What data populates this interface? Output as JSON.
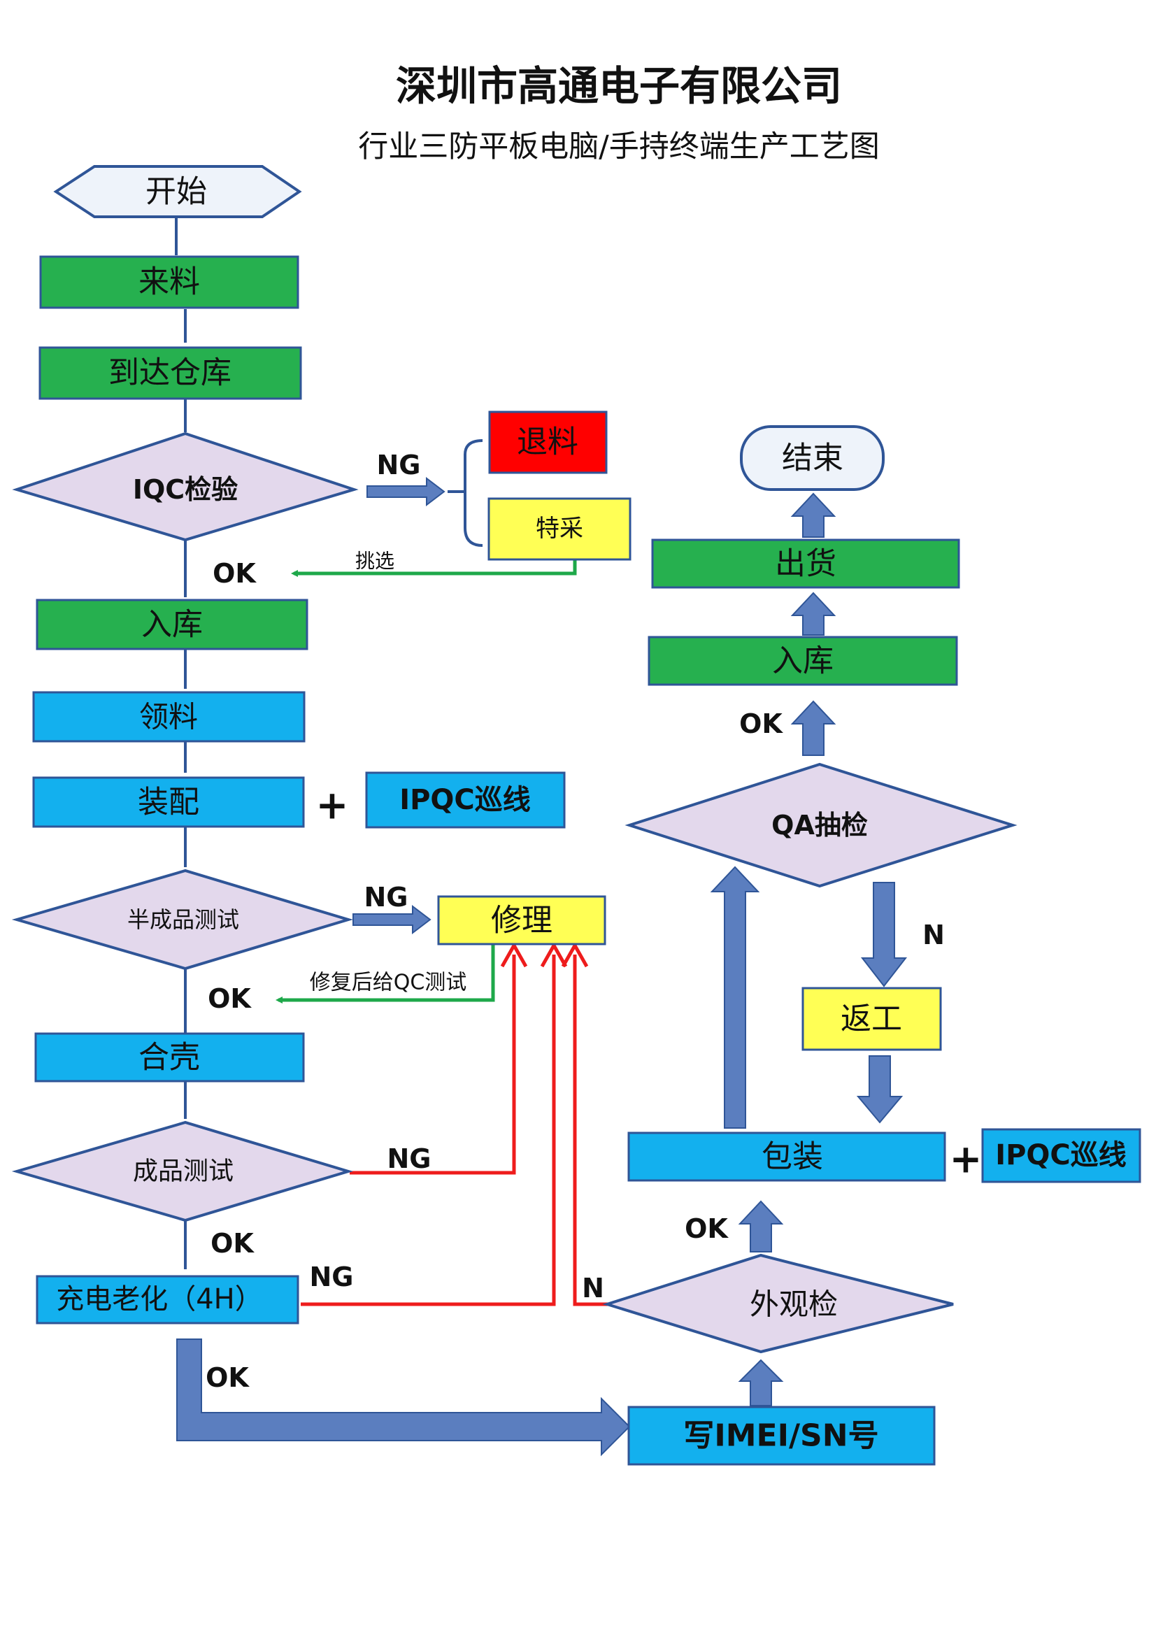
{
  "company": "深圳市高通电子有限公司",
  "subtitle": "行业三防平板电脑/手持终端生产工艺图",
  "colors": {
    "green": "#26B04F",
    "blue": "#13B0EE",
    "lavender": "#E3D8EC",
    "red": "#FF0000",
    "yellow": "#FFFF55",
    "navy": "#2F5597",
    "arrow_fill": "#5B7EBF",
    "ng_red": "#EE1C1C",
    "ok_green": "#1EA84A"
  },
  "nodes": {
    "start": "开始",
    "incoming": "来料",
    "warehouse": "到达仓库",
    "iqc": "IQC检验",
    "reject": "退料",
    "special": "特采",
    "store1": "入库",
    "pick": "领料",
    "assembly": "装配",
    "ipqc1": "IPQC巡线",
    "semi_test": "半成品测试",
    "repair": "修理",
    "case": "合壳",
    "final_test": "成品测试",
    "aging": "充电老化（4H）",
    "write_imei": "写IMEI/SN号",
    "visual": "外观检",
    "pack": "包装",
    "ipqc2": "IPQC巡线",
    "qa": "QA抽检",
    "rework": "返工",
    "store2": "入库",
    "ship": "出货",
    "end": "结束"
  },
  "labels": {
    "ng_iqc": "NG",
    "ok_iqc": "OK",
    "select": "挑选",
    "plus1": "+",
    "ng_semi": "NG",
    "ok_semi": "OK",
    "repair_note": "修复后给QC测试",
    "ng_final": "NG",
    "ok_final": "OK",
    "ng_aging": "NG",
    "n_visual": "N",
    "ok_aging": "OK",
    "ok_visual": "OK",
    "plus2": "+",
    "n_qa": "N",
    "ok_qa": "OK"
  }
}
